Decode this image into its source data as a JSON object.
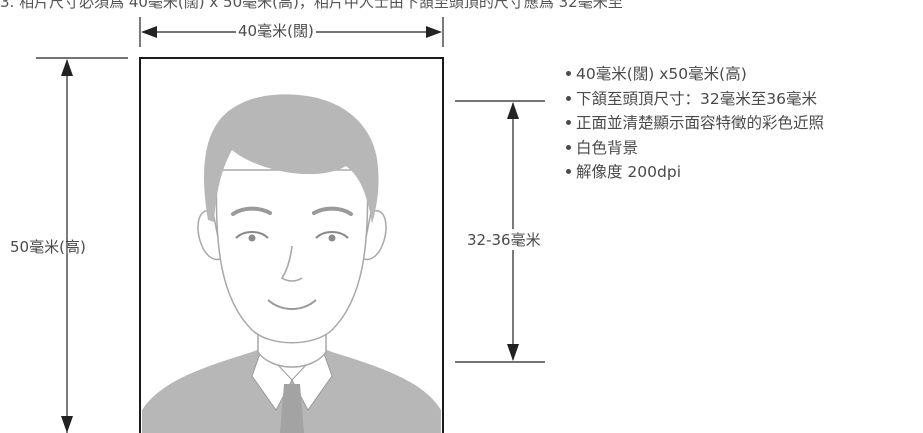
{
  "header_note": "3.  相片尺寸必須爲 40毫米(闊) x 50毫米(高)，相片中人士由下頷至頭頂的尺寸應爲 32毫米至",
  "labels": {
    "width": "40毫米(闊)",
    "height": "50毫米(高)",
    "face": "32-36毫米"
  },
  "requirements": [
    "40毫米(闊) x50毫米(高)",
    "下頷至頭頂尺寸：32毫米至36毫米",
    "正面並清楚顯示面容特徵的彩色近照",
    "白色背景",
    "解像度 200dpi"
  ],
  "colors": {
    "text": "#4a4a4a",
    "lines": "#222222",
    "silhouette": "#b7b7b7",
    "background": "#ffffff"
  }
}
